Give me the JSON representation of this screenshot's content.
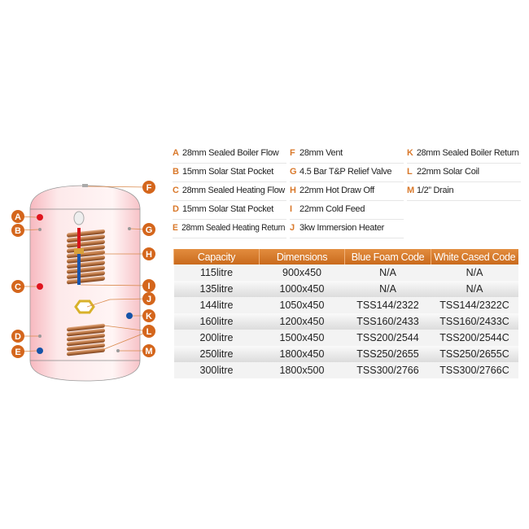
{
  "diagram": {
    "labels": [
      "A",
      "B",
      "C",
      "D",
      "E",
      "F",
      "G",
      "H",
      "I",
      "J",
      "K",
      "L",
      "M"
    ],
    "colors": {
      "label_bg": "#d4661c",
      "hot": "#e0141e",
      "cold": "#1553a8",
      "copper": "#b8723f",
      "tank_tint": "#fbd9dc"
    }
  },
  "legend": [
    {
      "letter": "A",
      "text": "28mm Sealed Boiler Flow"
    },
    {
      "letter": "B",
      "text": "15mm Solar Stat Pocket"
    },
    {
      "letter": "C",
      "text": "28mm Sealed Heating Flow"
    },
    {
      "letter": "D",
      "text": "15mm Solar Stat Pocket"
    },
    {
      "letter": "E",
      "text": "28mm Sealed Heating Return"
    },
    {
      "letter": "F",
      "text": "28mm Vent"
    },
    {
      "letter": "G",
      "text": "4.5 Bar T&P Relief Valve"
    },
    {
      "letter": "H",
      "text": "22mm Hot Draw Off"
    },
    {
      "letter": "I",
      "text": "22mm Cold Feed"
    },
    {
      "letter": "J",
      "text": "3kw Immersion Heater"
    },
    {
      "letter": "K",
      "text": "28mm Sealed Boiler Return"
    },
    {
      "letter": "L",
      "text": "22mm Solar Coil"
    },
    {
      "letter": "M",
      "text": "1/2” Drain"
    }
  ],
  "table": {
    "headers": [
      "Capacity",
      "Dimensions",
      "Blue Foam Code",
      "White Cased Code"
    ],
    "rows": [
      [
        "115litre",
        "900x450",
        "N/A",
        "N/A"
      ],
      [
        "135litre",
        "1000x450",
        "N/A",
        "N/A"
      ],
      [
        "144litre",
        "1050x450",
        "TSS144/2322",
        "TSS144/2322C"
      ],
      [
        "160litre",
        "1200x450",
        "TSS160/2433",
        "TSS160/2433C"
      ],
      [
        "200litre",
        "1500x450",
        "TSS200/2544",
        "TSS200/2544C"
      ],
      [
        "250litre",
        "1800x450",
        "TSS250/2655",
        "TSS250/2655C"
      ],
      [
        "300litre",
        "1800x500",
        "TSS300/2766",
        "TSS300/2766C"
      ]
    ]
  }
}
